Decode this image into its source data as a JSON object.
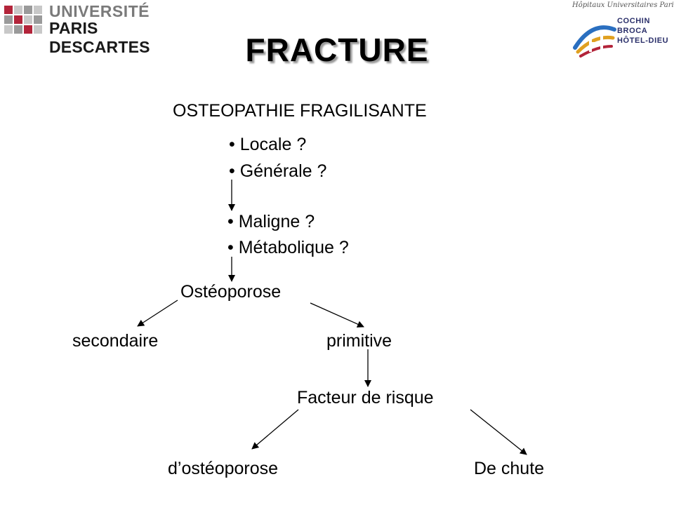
{
  "header": {
    "left_logo_line1": "UNIVERSITÉ",
    "left_logo_line2": "PARIS DESCARTES",
    "right_logo_tagline": "Hôpitaux Universitaires Paris Centre",
    "right_logo_hospitals": [
      "COCHIN",
      "BROCA",
      "HÔTEL-DIEU"
    ]
  },
  "title": "FRACTURE",
  "diagram": {
    "root": "OSTEOPATHIE FRAGILISANTE",
    "scope_options": [
      "Locale ?",
      "Générale ?"
    ],
    "nature_options": [
      "Maligne ?",
      "Métabolique ?"
    ],
    "osteoporosis": "Ostéoporose",
    "secondary": "secondaire",
    "primary": "primitive",
    "risk_factor": "Facteur de risque",
    "risk_osteoporosis": "d’ostéoporose",
    "risk_fall": "De chute"
  },
  "colors": {
    "title_shadow": "#9a9a9a",
    "logo_grey": "#7a7a7a",
    "logo_red": "#b3243a",
    "logo_blue": "#2a2f6a"
  }
}
